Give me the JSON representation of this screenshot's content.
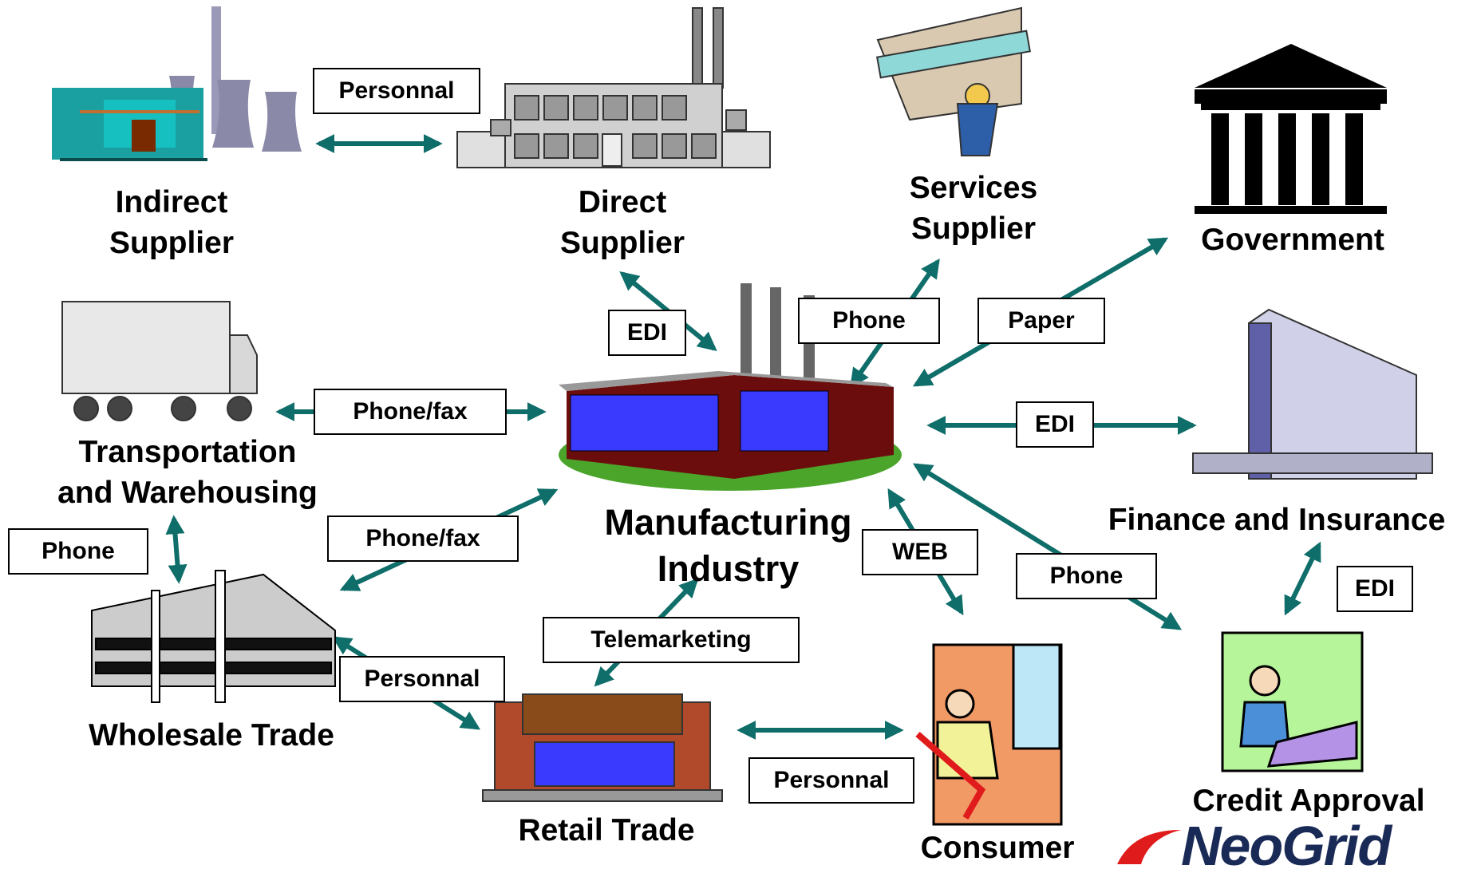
{
  "nodes": {
    "indirect_supplier": [
      "Indirect",
      "Supplier"
    ],
    "direct_supplier": [
      "Direct",
      "Supplier"
    ],
    "services_supplier": [
      "Services",
      "Supplier"
    ],
    "government": [
      "Government"
    ],
    "transportation": [
      "Transportation",
      "and Warehousing"
    ],
    "manufacturing": [
      "Manufacturing",
      "Industry"
    ],
    "finance": [
      "Finance and Insurance"
    ],
    "wholesale": [
      "Wholesale Trade"
    ],
    "retail": [
      "Retail Trade"
    ],
    "consumer": [
      "Consumer"
    ],
    "credit": [
      "Credit Approval"
    ]
  },
  "channels": {
    "indirect_direct": "Personnal",
    "direct_manufacturing": "EDI",
    "services_manufacturing": "Phone",
    "government_manufacturing": "Paper",
    "transport_manufacturing": "Phone/fax",
    "manufacturing_finance": "EDI",
    "transport_wholesale": "Phone",
    "wholesale_manufacturing": "Phone/fax",
    "manufacturing_consumer": "WEB",
    "manufacturing_credit": "Phone",
    "finance_credit": "EDI",
    "retail_manufacturing": "Telemarketing",
    "wholesale_retail": "Personnal",
    "retail_consumer": "Personnal"
  },
  "logo": {
    "text": "NeoGrid"
  },
  "colors": {
    "arrow": "#0f6e6a",
    "glass": "#3a3aff",
    "brick": "#6b0d0d",
    "grass": "#4aa52a"
  }
}
